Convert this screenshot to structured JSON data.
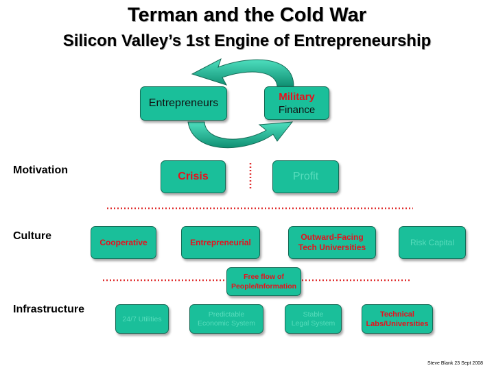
{
  "title": "Terman and the Cold War",
  "subtitle": "Silicon Valley’s 1st Engine of Entrepreneurship",
  "cycle": {
    "left": "Entrepreneurs",
    "right_line1": "Military",
    "right_line2": "Finance"
  },
  "rows": {
    "motivation": "Motivation",
    "culture": "Culture",
    "infrastructure": "Infrastructure"
  },
  "motivation": {
    "crisis": "Crisis",
    "profit": "Profit"
  },
  "culture": {
    "cooperative": "Cooperative",
    "entrepreneurial": "Entrepreneurial",
    "outward_line1": "Outward-Facing",
    "outward_line2": "Tech Universities",
    "risk_capital": "Risk Capital"
  },
  "free_flow": {
    "line1": "Free flow of",
    "line2": "People/Information"
  },
  "infrastructure": {
    "utilities": "24/7 Utilities",
    "economic_line1": "Predictable",
    "economic_line2": "Economic System",
    "legal_line1": "Stable",
    "legal_line2": "Legal System",
    "labs_line1": "Technical",
    "labs_line2": "Labs/Universities"
  },
  "footer": "Steve Blank 23 Sept 2008",
  "colors": {
    "box_fill": "#1abf9a",
    "active_text": "#e8101c",
    "faded_text": "#58dcbc",
    "separator": "#e03030"
  }
}
